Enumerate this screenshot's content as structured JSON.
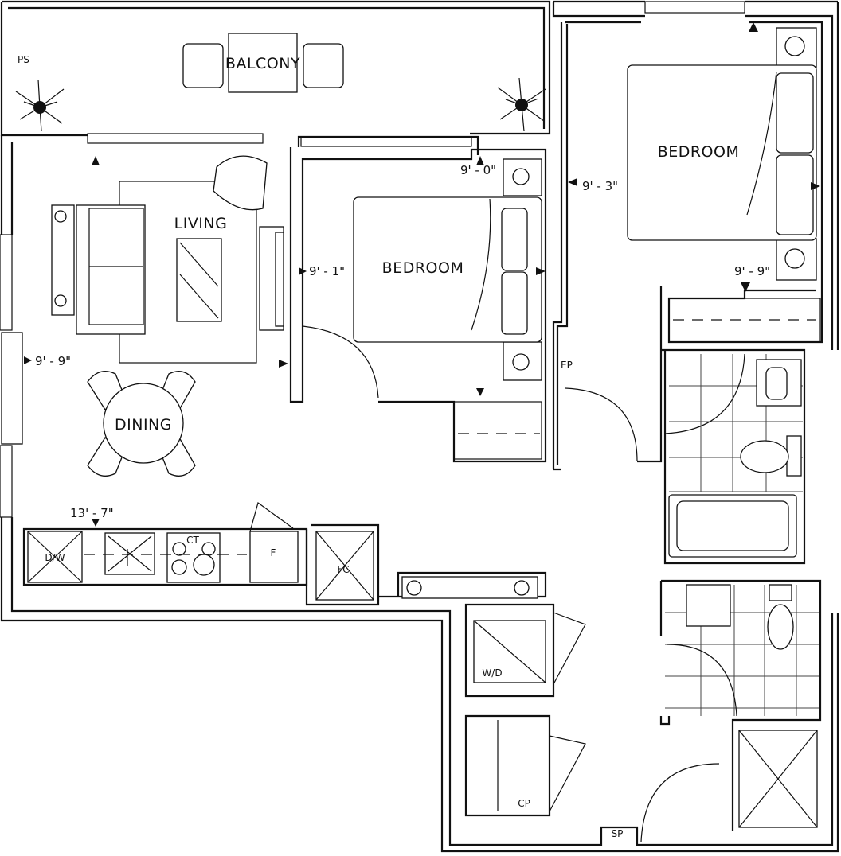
{
  "rooms": {
    "balcony": "BALCONY",
    "living": "LIVING",
    "dining": "DINING",
    "bedroom_1": "BEDROOM",
    "bedroom_2": "BEDROOM"
  },
  "dimensions": {
    "living_width": "9' - 9\"",
    "kitchen_length": "13' - 7\"",
    "bedroom_1_depth": "9' - 1\"",
    "bedroom_1_width": "9' - 0\"",
    "bedroom_2_depth": "9' - 3\"",
    "bedroom_2_width": "9' - 9\""
  },
  "fixture_tags": {
    "ps": "PS",
    "ep": "EP",
    "dw": "D/W",
    "ct": "CT",
    "fridge": "F",
    "fc": "FC",
    "wd": "W/D",
    "cp": "CP",
    "sp": "SP"
  }
}
